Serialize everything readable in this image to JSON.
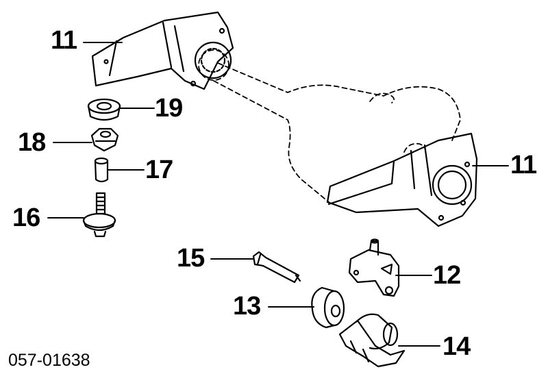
{
  "callouts": {
    "c11_top": "11",
    "c19": "19",
    "c18": "18",
    "c17": "17",
    "c16": "16",
    "c11_right": "11",
    "c15": "15",
    "c12": "12",
    "c13": "13",
    "c14": "14"
  },
  "diagram_code": "057-01638"
}
